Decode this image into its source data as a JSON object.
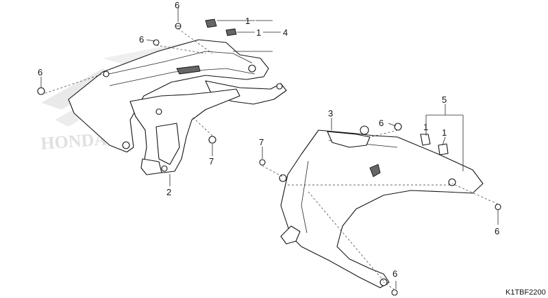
{
  "diagram": {
    "drawing_code": "K1TBF2200",
    "watermark": "HONDA",
    "callouts": [
      {
        "label": "6"
      },
      {
        "label": "1"
      },
      {
        "label": "1"
      },
      {
        "label": "4"
      },
      {
        "label": "6"
      },
      {
        "label": "6"
      },
      {
        "label": "7"
      },
      {
        "label": "2"
      },
      {
        "label": "3"
      },
      {
        "label": "6"
      },
      {
        "label": "7"
      },
      {
        "label": "5"
      },
      {
        "label": "1"
      },
      {
        "label": "1"
      },
      {
        "label": "6"
      },
      {
        "label": "6"
      }
    ]
  }
}
